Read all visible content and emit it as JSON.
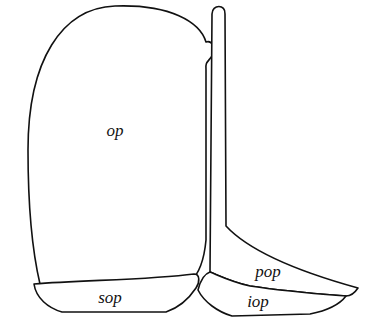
{
  "diagram": {
    "nodes": [
      {
        "text": [
          "op"
        ]
      },
      {
        "text": [
          "pop"
        ]
      },
      {
        "text": [
          "sop"
        ]
      },
      {
        "text": [
          "iop"
        ]
      }
    ]
  }
}
